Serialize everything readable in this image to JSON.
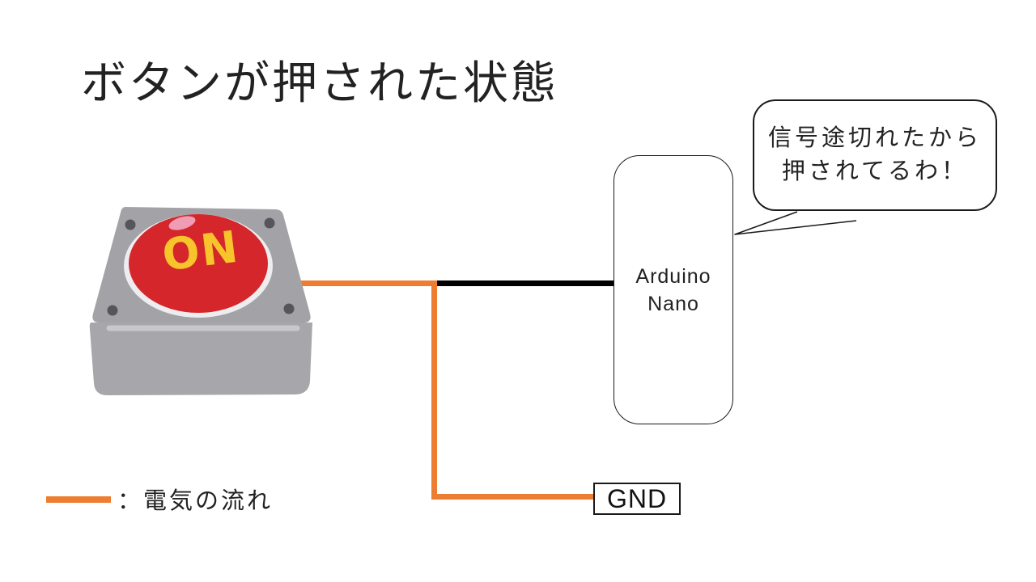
{
  "title": {
    "text": "ボタンが押された状態"
  },
  "push_button": {
    "label": "ON",
    "colors": {
      "body": "#A6A6AB",
      "top": "#A2A2A7",
      "stripe": "#C8C8CC",
      "screw": "#55555B",
      "dome_ring": "#EDEDEF",
      "dome": "#D5262C",
      "highlight": "#F09CB4",
      "label_color": "#F7C52B"
    }
  },
  "wires": {
    "signal_color": "#ED7D31",
    "dead_wire_color": "#000000"
  },
  "arduino": {
    "name_line1": "Arduino",
    "name_line2": "Nano"
  },
  "bubble": {
    "line1": "信号途切れたから",
    "line2": "押されてるわ！"
  },
  "gnd": {
    "label": "GND"
  },
  "legend": {
    "label": "：電気の流れ"
  }
}
